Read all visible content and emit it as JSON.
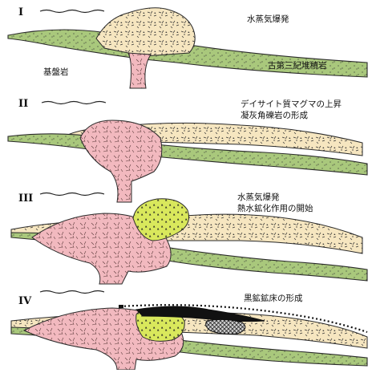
{
  "panels": [
    {
      "stage": "I",
      "captions": [
        "水蒸気爆発"
      ],
      "rock_labels": {
        "basement": "基盤岩",
        "paleogene": "古第三紀堆積岩"
      }
    },
    {
      "stage": "II",
      "captions": [
        "デイサイト質マグマの上昇",
        "凝灰角礫岩の形成"
      ]
    },
    {
      "stage": "III",
      "captions": [
        "水蒸気爆発",
        "熱水鉱化作用の開始"
      ]
    },
    {
      "stage": "IV",
      "captions": [
        "黒鉱鉱床の形成"
      ]
    }
  ],
  "colors": {
    "sediment_green": "#a9c87c",
    "dacite_pink": "#f2b9bf",
    "tuff_breccia_cream": "#f6e6c0",
    "mineralization_yellow": "#d9e85c",
    "ore_black": "#111111",
    "outline": "#2a2a2a"
  }
}
